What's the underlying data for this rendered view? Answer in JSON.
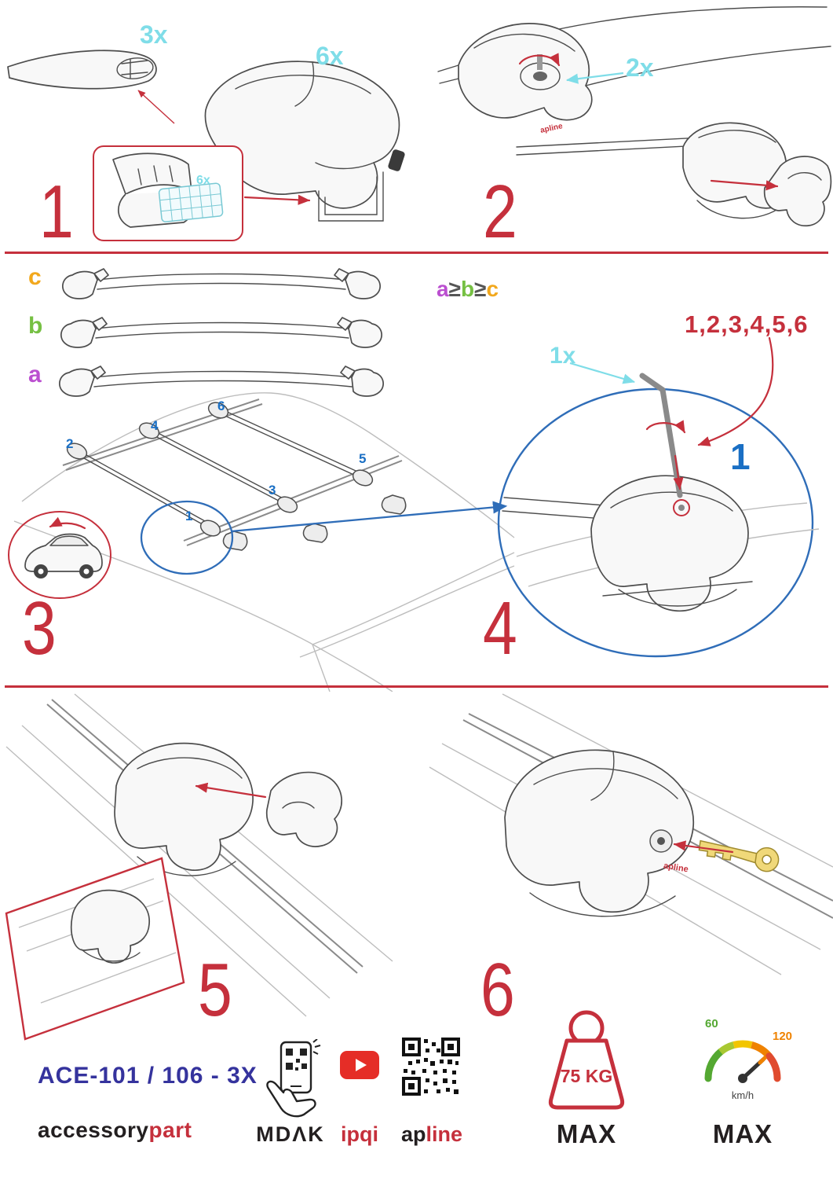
{
  "quantities": {
    "bar": "3x",
    "foot": "6x",
    "pad_inset": "6x",
    "key_turns": "2x",
    "tool": "1x"
  },
  "steps": {
    "s1": "1",
    "s2": "2",
    "s3": "3",
    "s4": "4",
    "s5": "5",
    "s6": "6"
  },
  "size_labels": {
    "a": "a",
    "b": "b",
    "c": "c"
  },
  "size_rule": {
    "a": "a",
    "ge1": "≥",
    "b": "b",
    "ge2": "≥",
    "c": "c"
  },
  "roof_positions": [
    "1",
    "2",
    "3",
    "4",
    "5",
    "6"
  ],
  "zoom": {
    "sequence": "1,2,3,4,5,6",
    "callout": "1"
  },
  "brand": {
    "foot_tag": "apline"
  },
  "footer": {
    "model": "ACE-101 / 106 - 3X",
    "brand_accessory": "accessory",
    "brand_part": "part",
    "mdak": "MDΛK",
    "ipqi": "ipqi",
    "apline_ap": "ap",
    "apline_line": "line",
    "weight_value": "75 KG",
    "weight_max": "MAX",
    "speed_60": "60",
    "speed_120": "120",
    "speed_unit": "km/h",
    "speed_max": "MAX"
  },
  "colors": {
    "step_red": "#c5303c",
    "cyan": "#7fdde8",
    "blue": "#1a6fc4",
    "size_a": "#bb4fd0",
    "size_b": "#76c043",
    "size_c": "#f2a81d",
    "model_blue": "#35339d"
  }
}
